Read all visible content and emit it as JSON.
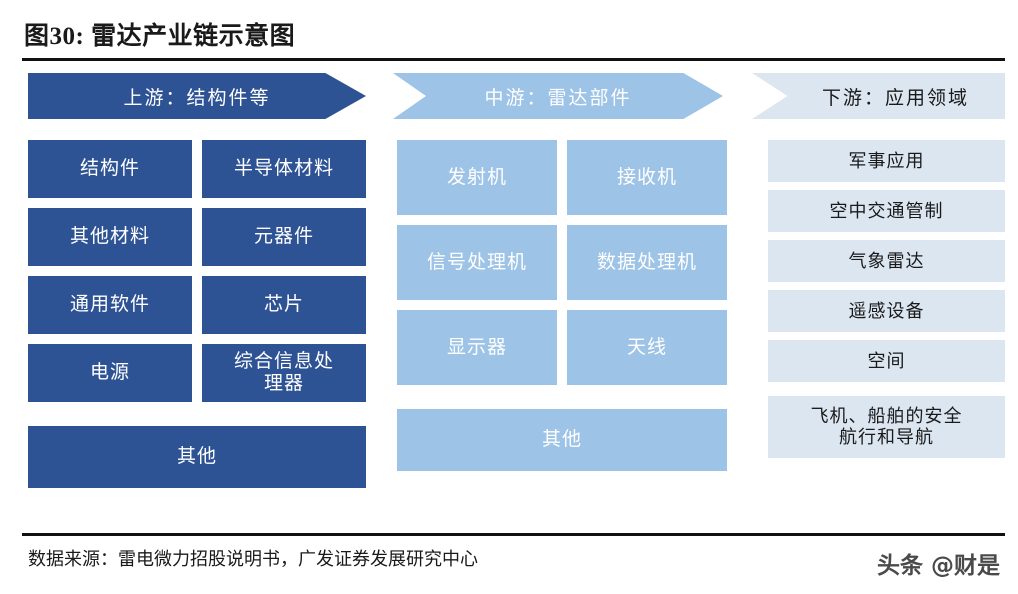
{
  "figure": {
    "title": "图30:  雷达产业链示意图",
    "source": "数据来源：雷电微力招股说明书，广发证券发展研究中心",
    "watermark": "头条 @财是"
  },
  "colors": {
    "upstream": "#2E5394",
    "midstream": "#9DC3E6",
    "downstream": "#DCE6F1",
    "rule": "#111111",
    "text_light": "#ffffff",
    "text_dark": "#1a1a1a"
  },
  "columns": {
    "upstream": {
      "header": "上游：结构件等",
      "rows": [
        [
          "结构件",
          "半导体材料"
        ],
        [
          "其他材料",
          "元器件"
        ],
        [
          "通用软件",
          "芯片"
        ],
        [
          "电源",
          "综合信息处\n理器"
        ]
      ],
      "full_width": "其他"
    },
    "midstream": {
      "header": "中游：雷达部件",
      "rows": [
        [
          "发射机",
          "接收机"
        ],
        [
          "信号处理机",
          "数据处理机"
        ],
        [
          "显示器",
          "天线"
        ]
      ],
      "full_width": "其他"
    },
    "downstream": {
      "header": "下游：应用领域",
      "items": [
        "军事应用",
        "空中交通管制",
        "气象雷达",
        "遥感设备",
        "空间",
        "飞机、船舶的安全\n航行和导航"
      ]
    }
  }
}
